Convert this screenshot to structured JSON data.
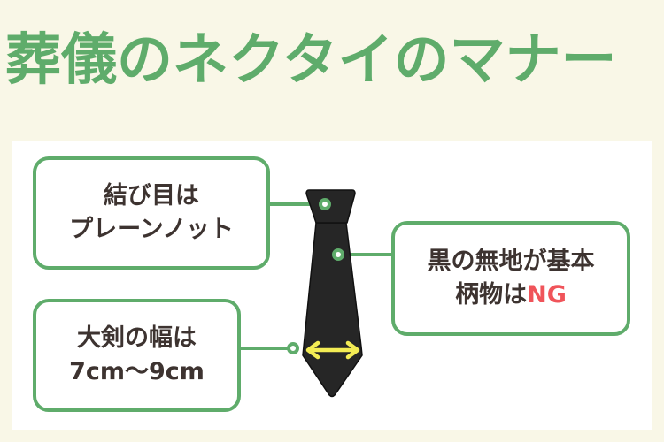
{
  "title": "葬儀のネクタイのマナー",
  "callouts": {
    "knot": {
      "line1": "結び目は",
      "line2": "プレーンノット"
    },
    "color": {
      "line1": "黒の無地が基本",
      "line2_prefix": "柄物は",
      "line2_highlight": "NG"
    },
    "width": {
      "line1": "大剣の幅は",
      "line2": "7cm〜9cm"
    }
  },
  "colors": {
    "background": "#f9f7e7",
    "panel": "#ffffff",
    "accent_green": "#5fac6b",
    "text_dark": "#3d3330",
    "ng_red": "#f0545a",
    "tie_black": "#262626",
    "arrow_yellow": "#f3ec54"
  }
}
